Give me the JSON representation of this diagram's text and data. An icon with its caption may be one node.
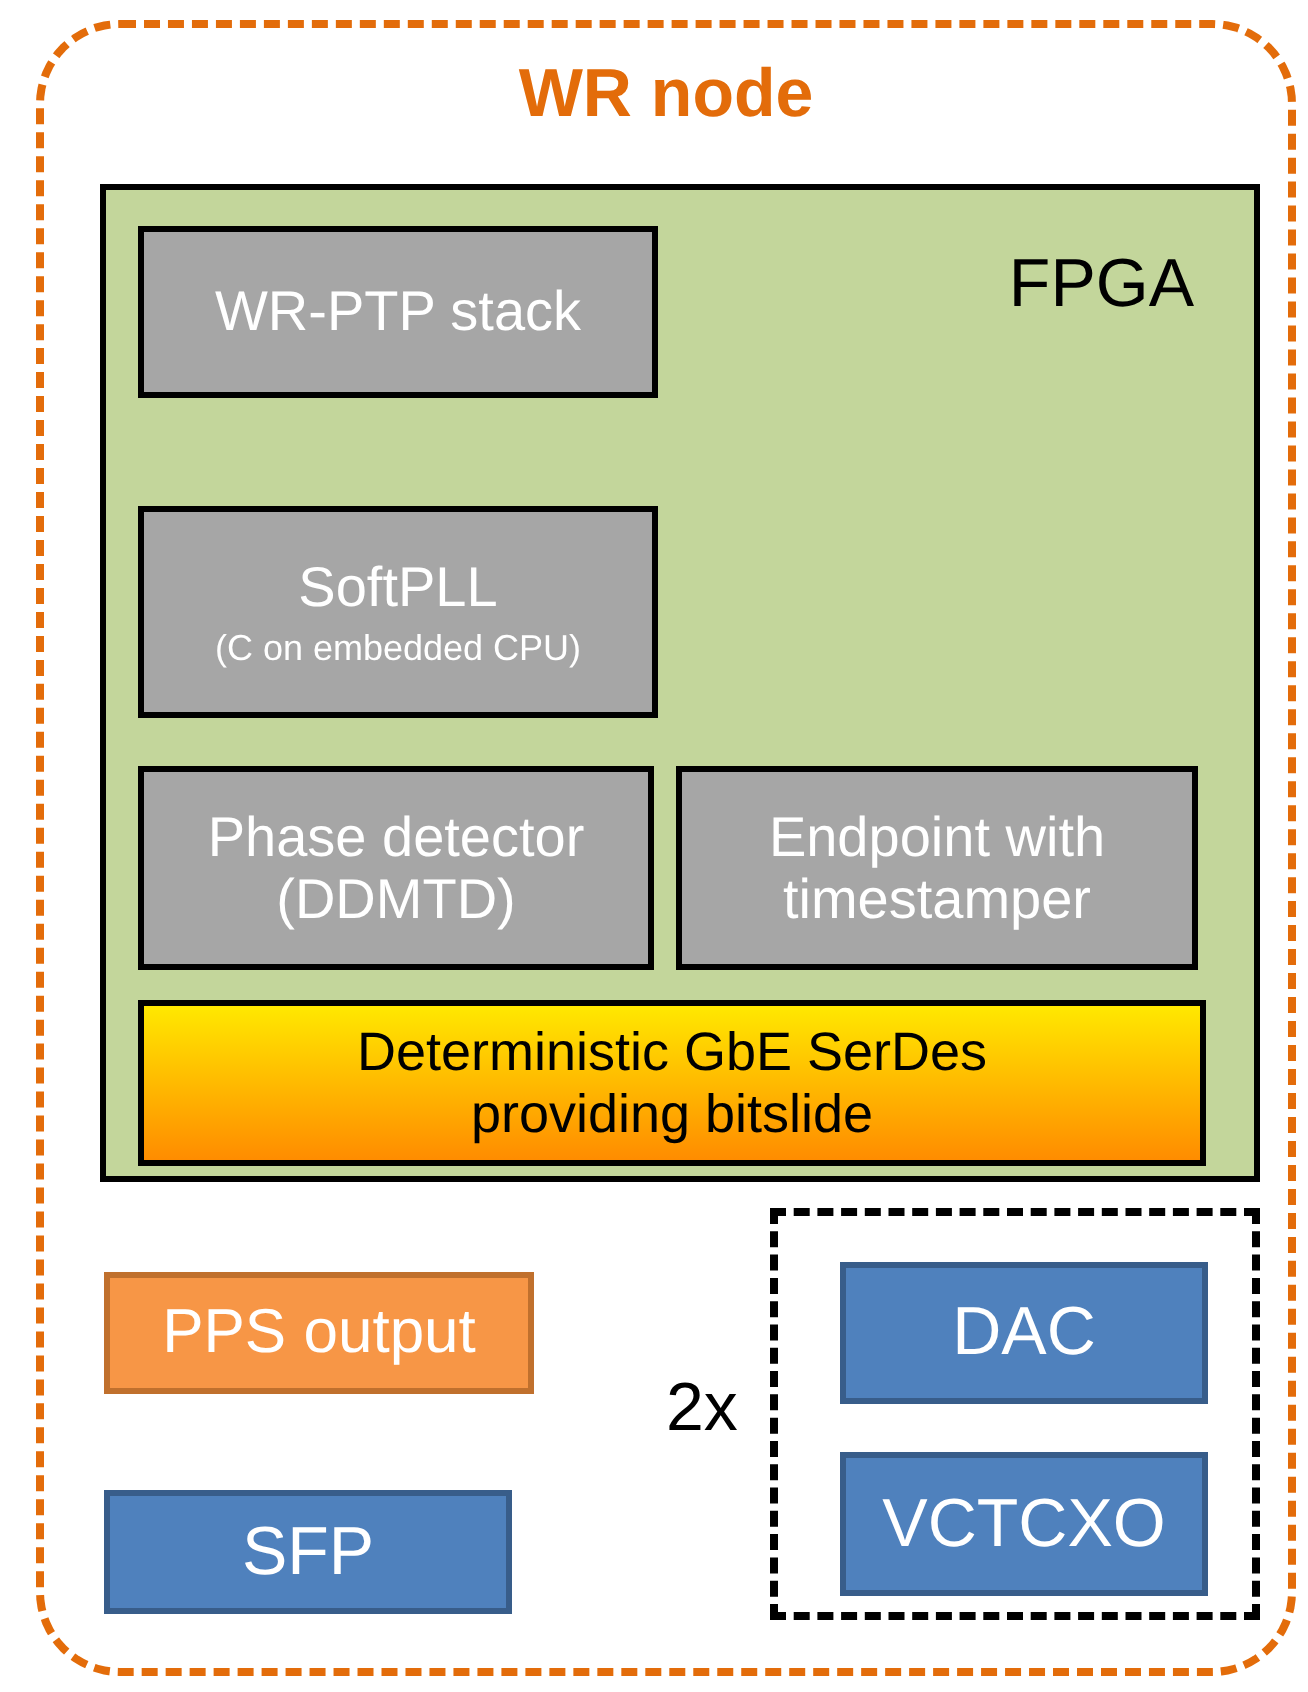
{
  "diagram": {
    "nodes": [
      {
        "text": [
          "WR node"
        ]
      },
      {
        "text": [
          "FPGA"
        ],
        "in": 0
      },
      {
        "text": [
          "WR-PTP stack"
        ],
        "in": 1
      },
      {
        "text": [
          "SoftPLL",
          "(C on embedded CPU)"
        ],
        "in": 1
      },
      {
        "text": [
          "Phase detector (DDMTD)"
        ],
        "in": 1
      },
      {
        "text": [
          "Endpoint with timestamper"
        ],
        "in": 1
      },
      {
        "text": [
          "Deterministic GbE SerDes providing bitslide"
        ],
        "in": 1
      },
      {
        "text": [
          "PPS output"
        ],
        "in": 0
      },
      {
        "text": [
          "SFP"
        ],
        "in": 0
      },
      {
        "text": [],
        "shape": "box",
        "beside": [
          "2x"
        ],
        "in": 0
      },
      {
        "text": [
          "DAC"
        ],
        "in": 9
      },
      {
        "text": [
          "VCTCXO"
        ],
        "in": 9
      }
    ]
  }
}
